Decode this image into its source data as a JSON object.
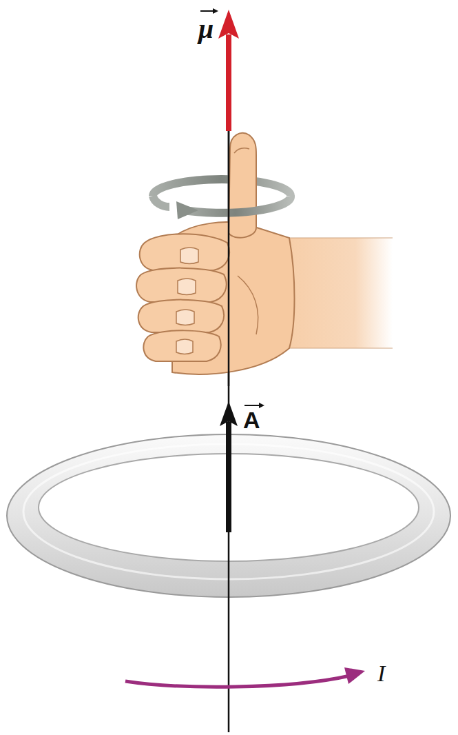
{
  "diagram": {
    "labels": [
      "μ",
      "A",
      "I"
    ]
  }
}
